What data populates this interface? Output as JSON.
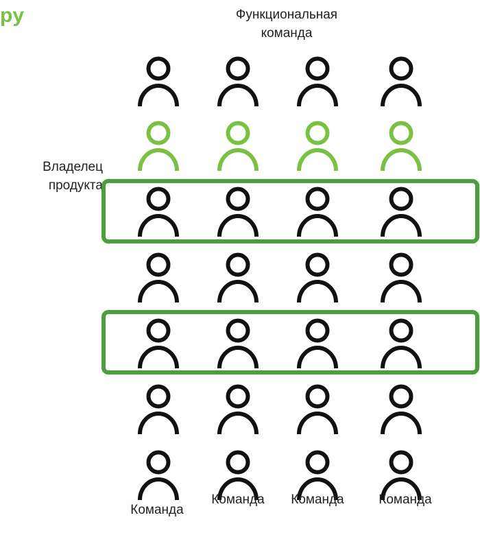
{
  "heading_fragment": "ру",
  "functional_team_label": [
    "Функциональная",
    "команда"
  ],
  "product_owner_label": [
    "Владелец",
    "продукта"
  ],
  "team_labels": [
    "Команда",
    "Команда",
    "Команда",
    "Команда"
  ],
  "rows": 7,
  "columns": 4,
  "highlighted_rows": [
    1
  ],
  "outlined_rows": [
    2,
    4
  ],
  "colors": {
    "accent_green": "#7ac143",
    "box_green": "#4b9e3c",
    "person_default": "#111111"
  },
  "icons": {
    "person": "person-icon"
  }
}
